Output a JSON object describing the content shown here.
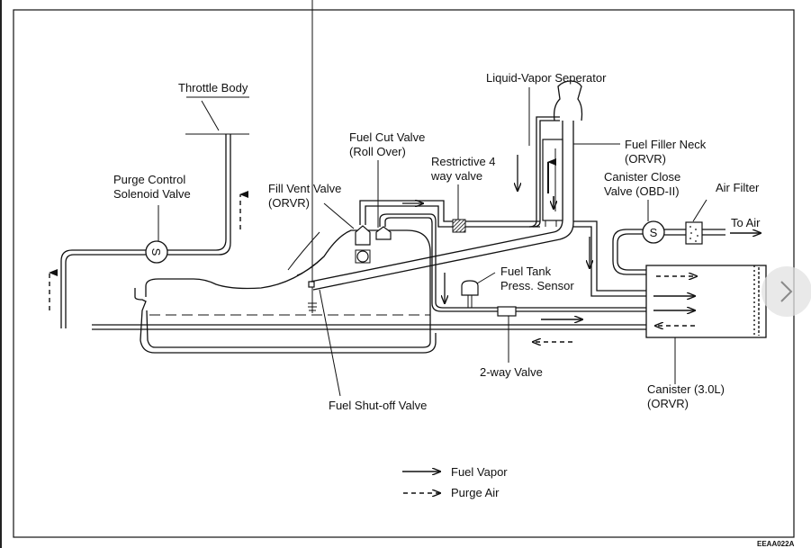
{
  "figure_code": "EEAA022A",
  "labels": {
    "throttle_body": "Throttle Body",
    "purge_valve_l1": "Purge Control",
    "purge_valve_l2": "Solenoid Valve",
    "fill_vent_l1": "Fill Vent Valve",
    "fill_vent_l2": "(ORVR)",
    "fuel_cut_l1": "Fuel Cut Valve",
    "fuel_cut_l2": "(Roll Over)",
    "restrictive_l1": "Restrictive 4",
    "restrictive_l2": "way valve",
    "separator": "Liquid-Vapor Seperator",
    "filler_neck_l1": "Fuel Filler Neck",
    "filler_neck_l2": "(ORVR)",
    "canister_close_l1": "Canister Close",
    "canister_close_l2": "Valve (OBD-II)",
    "air_filter": "Air Filter",
    "to_air": "To Air",
    "pressure_sensor_l1": "Fuel Tank",
    "pressure_sensor_l2": "Press. Sensor",
    "two_way_valve": "2-way Valve",
    "shutoff_valve": "Fuel Shut-off Valve",
    "canister_l1": "Canister (3.0L)",
    "canister_l2": "(ORVR)",
    "solenoid_symbol": "S"
  },
  "legend": {
    "fuel_vapor": "Fuel Vapor",
    "purge_air": "Purge Air"
  },
  "nav": {
    "next_icon": "chevron-right-icon"
  }
}
